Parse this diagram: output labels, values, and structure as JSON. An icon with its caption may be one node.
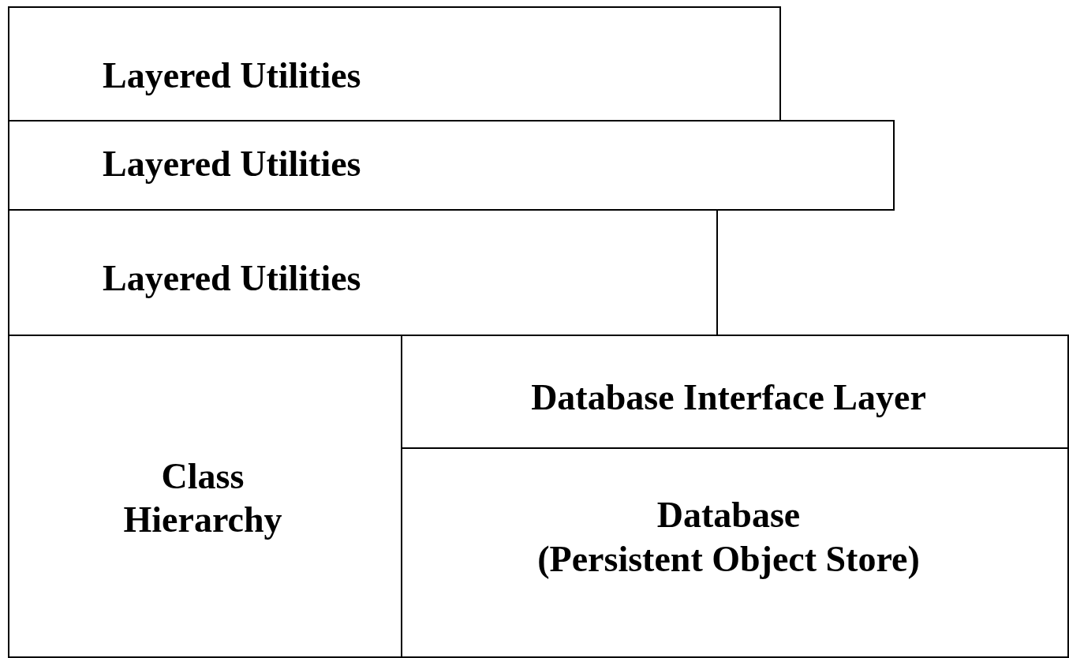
{
  "diagram": {
    "nodes": [
      {
        "text": [
          "Layered Utilities"
        ]
      },
      {
        "text": [
          "Layered Utilities"
        ]
      },
      {
        "text": [
          "Layered Utilities"
        ]
      },
      {
        "text": [
          "Class Hierarchy"
        ]
      },
      {
        "text": [
          "Database Interface Layer"
        ]
      },
      {
        "text": [
          "Database",
          "(Persistent Object Store)"
        ]
      }
    ]
  }
}
